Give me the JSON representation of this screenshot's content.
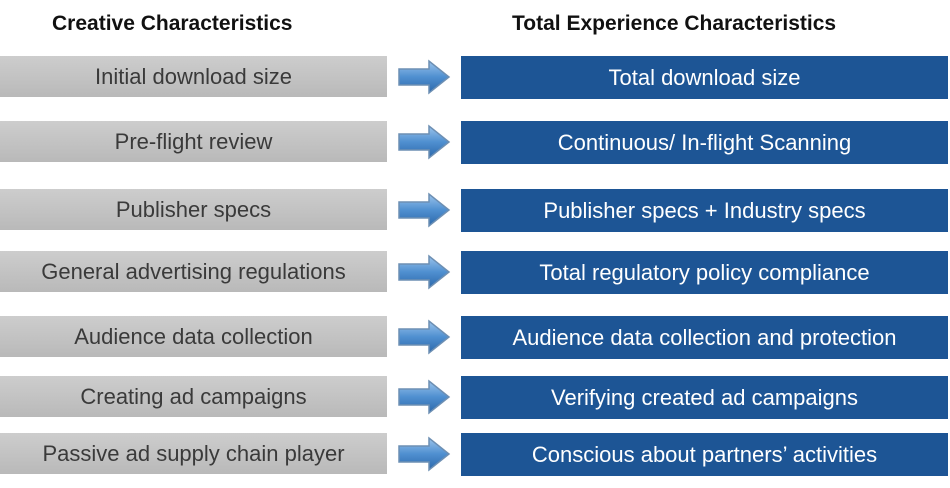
{
  "headings": {
    "left": "Creative Characteristics",
    "right": "Total Experience Characteristics"
  },
  "rows": [
    {
      "left": "Initial download size",
      "right": "Total download size"
    },
    {
      "left": "Pre-flight review",
      "right": "Continuous/ In-flight Scanning"
    },
    {
      "left": "Publisher specs",
      "right": "Publisher specs + Industry specs"
    },
    {
      "left": "General advertising regulations",
      "right": "Total regulatory policy compliance"
    },
    {
      "left": "Audience data collection",
      "right": "Audience data collection and protection"
    },
    {
      "left": "Creating ad campaigns",
      "right": "Verifying created ad campaigns"
    },
    {
      "left": "Passive ad supply chain player",
      "right": "Conscious about partners’ activities"
    }
  ],
  "colors": {
    "left_box": "#c3c3c3",
    "right_box": "#1d5595",
    "arrow": "#4f8fd0"
  },
  "icons": {
    "connector": "right-arrow-icon"
  }
}
